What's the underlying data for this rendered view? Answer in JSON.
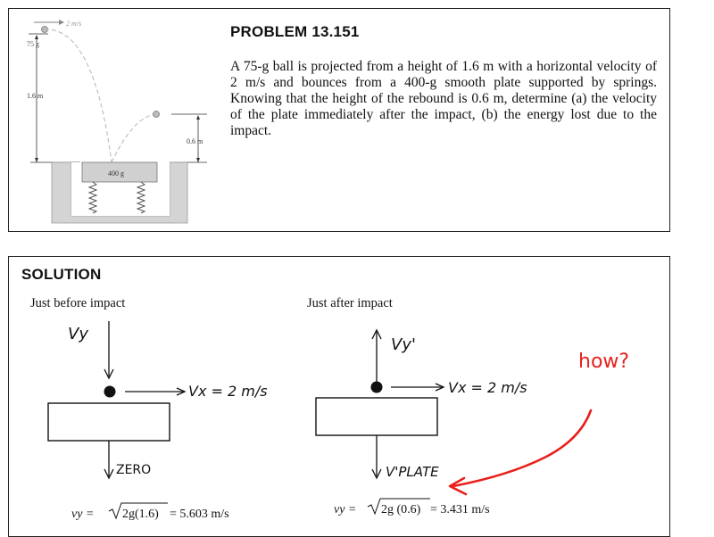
{
  "problem": {
    "title": "PROBLEM 13.151",
    "text": "A 75-g ball is projected from a height of 1.6 m with a horizontal velocity of 2 m/s and bounces from a 400-g smooth plate supported by springs. Knowing that the height of the rebound is 0.6 m, determine (a) the velocity of the plate immediately after the impact, (b) the energy lost due to the impact.",
    "figure": {
      "speed_label": "2 m/s",
      "ball_mass_label": "75 g",
      "height_label": "1.6 m",
      "rebound_label": "0.6 m",
      "plate_mass_label": "400 g"
    }
  },
  "solution": {
    "title": "SOLUTION",
    "before": {
      "caption": "Just before impact",
      "vy_label": "Vy",
      "vx_label": "Vx = 2 m/s",
      "plate_label": "ZERO",
      "equation_lhs": "vy = ",
      "equation_radicand": "2g(1.6)",
      "equation_rhs": " = 5.603 m/s"
    },
    "after": {
      "caption": "Just after impact",
      "vy_label": "Vy'",
      "vx_label": "Vx = 2 m/s",
      "plate_label": "V'PLATE",
      "equation_lhs": "vy = ",
      "equation_radicand": "2g (0.6)",
      "equation_rhs": " = 3.431 m/s"
    },
    "annotation": "how?"
  },
  "colors": {
    "annotation": "#e8201c",
    "border": "#222222",
    "figure_gray": "#bdbdbd"
  }
}
